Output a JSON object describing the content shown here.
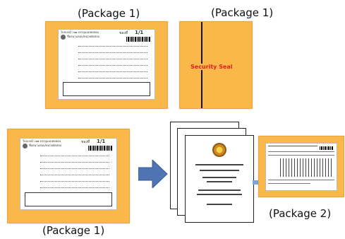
{
  "captions": {
    "top_left": "(Package 1)",
    "top_right": "(Package 1)",
    "bottom_left": "(Package 1)",
    "bottom_right": "(Package 2)"
  },
  "seal_label": "Security Seal",
  "slip": {
    "page_counter": "1/1"
  },
  "colors": {
    "envelope": "#fbb84a",
    "seal_text": "#e02020",
    "seal_line": "#111111",
    "arrow": "#4f74b3"
  }
}
